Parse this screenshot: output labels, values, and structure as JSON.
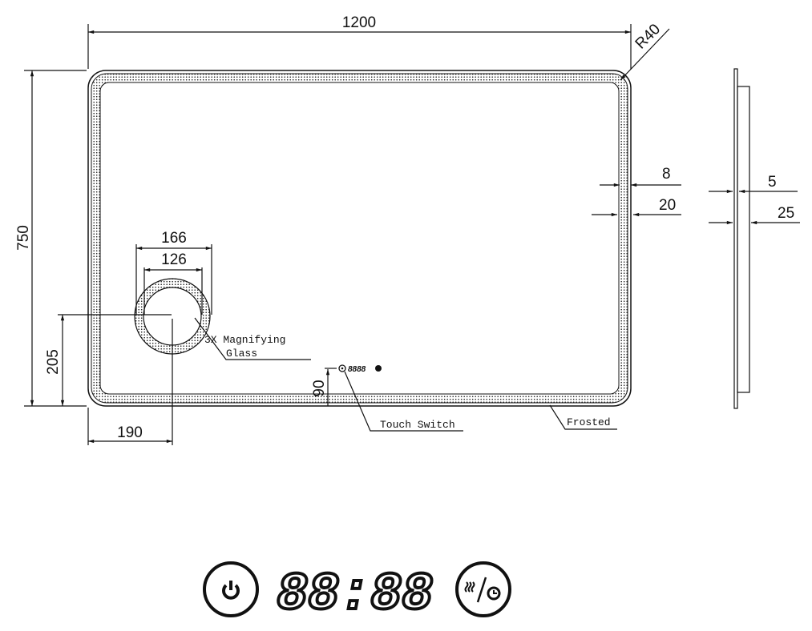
{
  "dimensions": {
    "width": "1200",
    "height": "750",
    "corner_radius": "R40",
    "led_inset": "8",
    "led_width": "20",
    "side_glass": "5",
    "side_depth": "25",
    "magnifier_outer": "166",
    "magnifier_inner": "126",
    "magnifier_from_bottom": "205",
    "magnifier_from_left": "190",
    "switch_from_bottom": "90"
  },
  "notes": {
    "magnifier_line1": "3X Magnifying",
    "magnifier_line2": "Glass",
    "touch_switch": "Touch Switch",
    "frosted": "Frosted"
  },
  "panel": {
    "display": "88:88",
    "left_icon": "power-icon",
    "right_icon": "defog-timer-icon"
  }
}
